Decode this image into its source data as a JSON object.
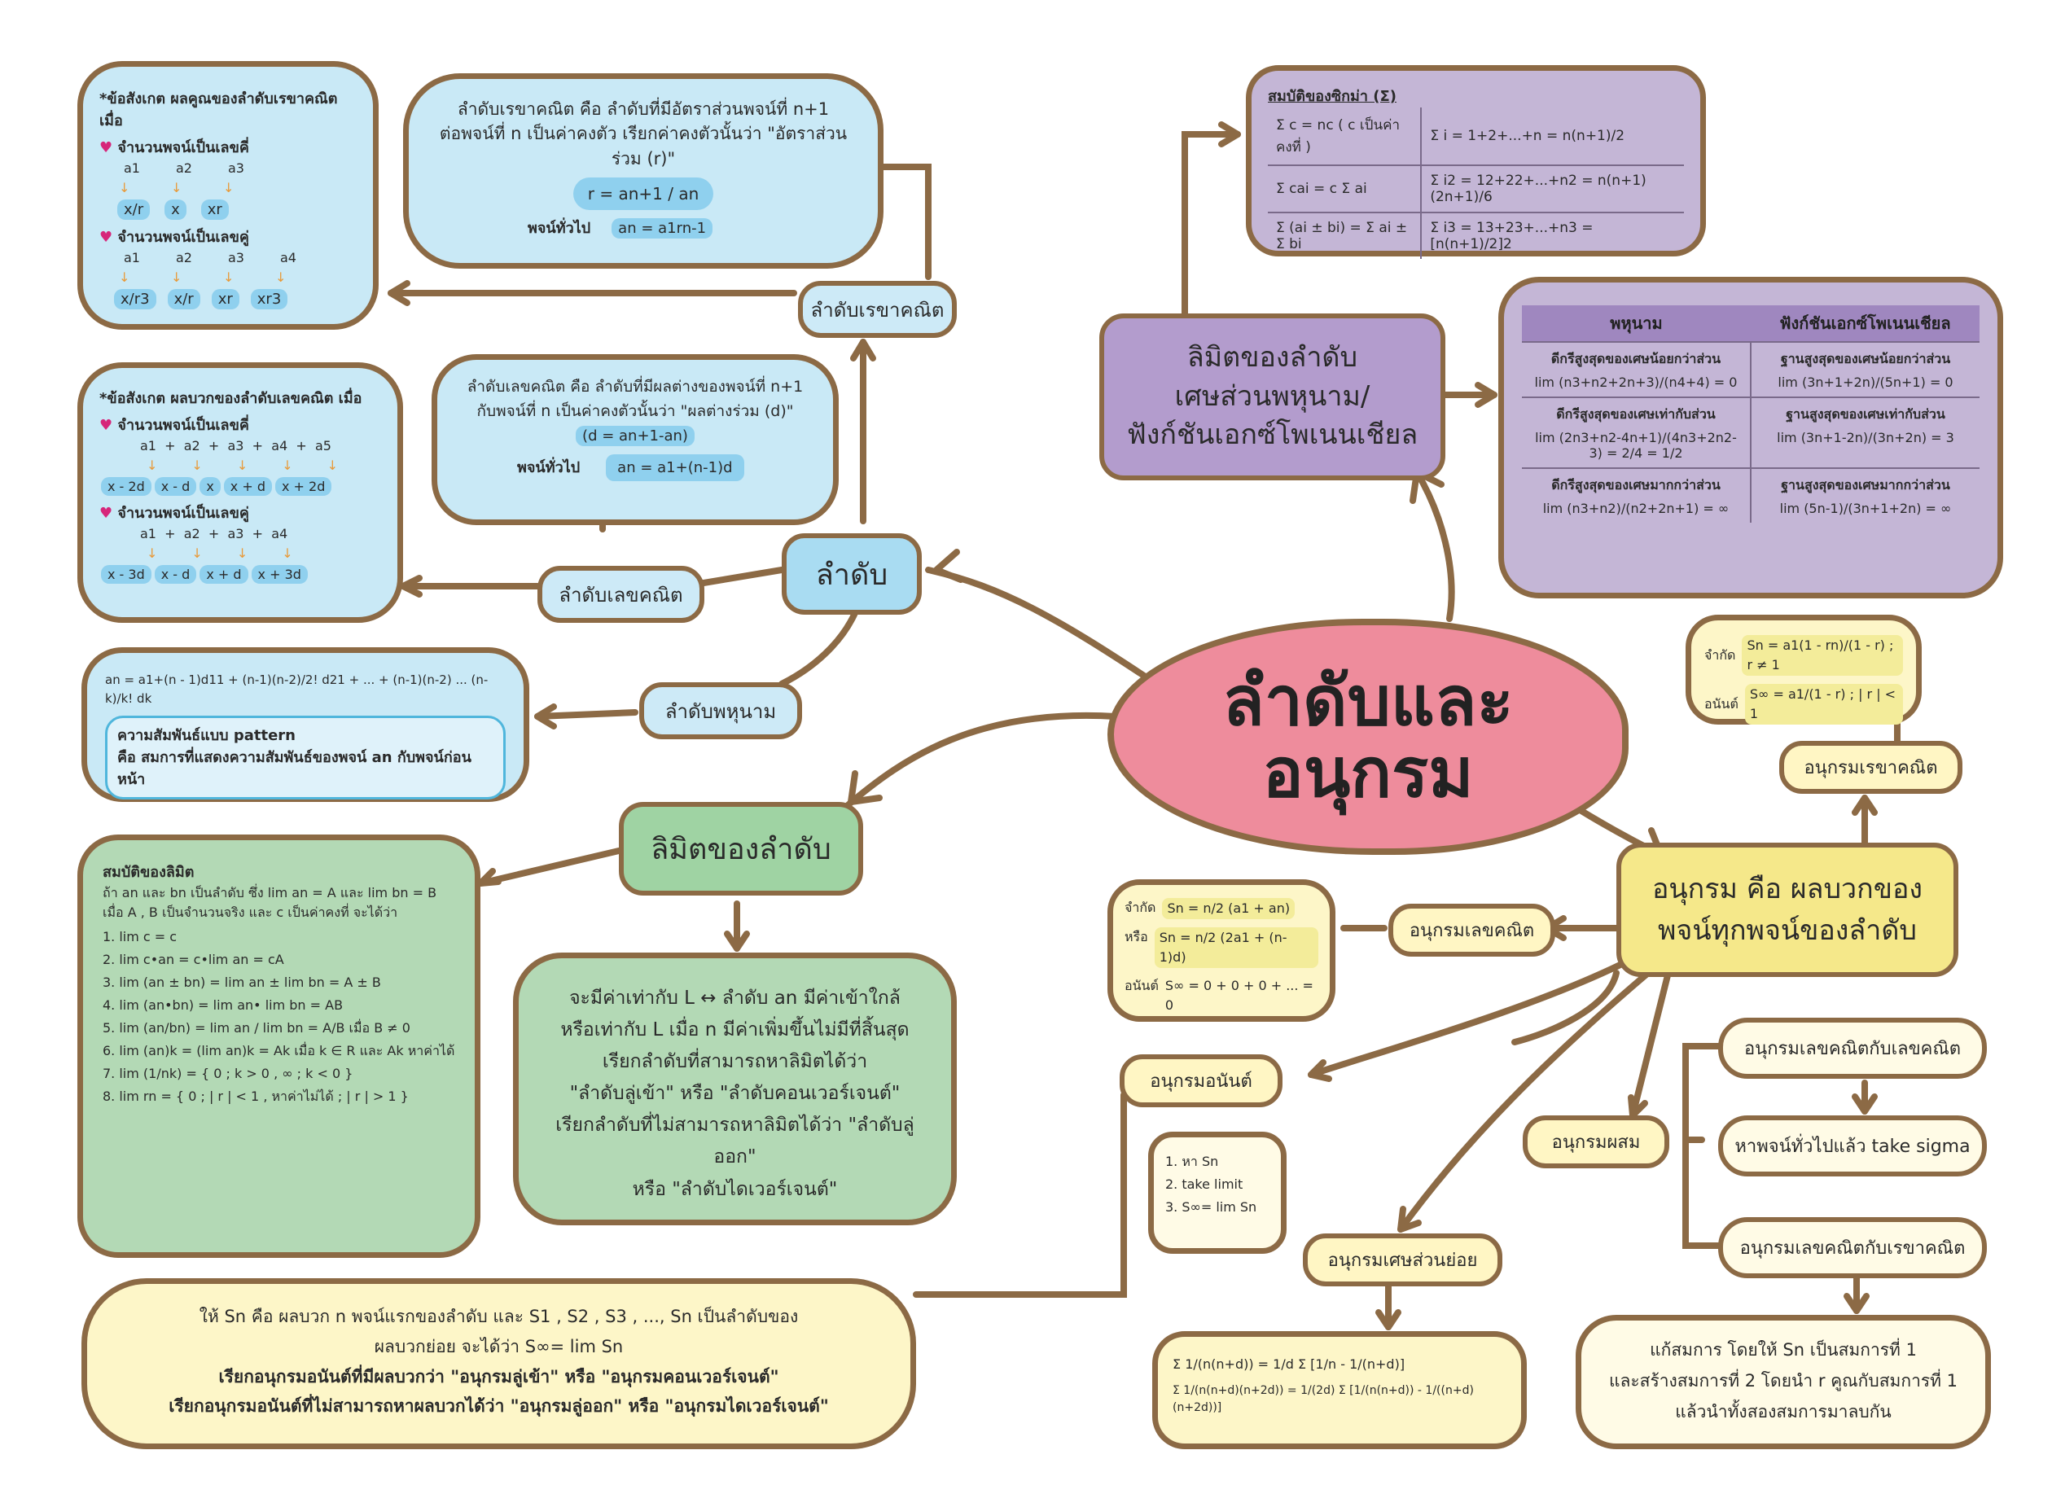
{
  "title": "ลำดับและอนุกรม",
  "colors": {
    "stroke": "#8c6a45",
    "blue": "#c9e9f6",
    "purple": "#c4b6d6",
    "green": "#b3d9b5",
    "yellow": "#fdf6c8",
    "pink": "#ee8c9c"
  },
  "center": {
    "line1": "ลำดับและ",
    "line2": "อนุกรม"
  },
  "sequence": {
    "label": "ลำดับ",
    "arithmetic": {
      "label": "ลำดับเลขคณิต",
      "def1": "ลำดับเลขคณิต คือ ลำดับที่มีผลต่างของพจน์ที่ n+1",
      "def2": "กับพจน์ที่ n เป็นค่าคงตัวนั้นว่า \"ผลต่างร่วม (d)\"",
      "formula_d": "(d = an+1-an)",
      "general_label": "พจน์ทั่วไป",
      "general": "an = a1+(n-1)d",
      "note_title": "*ข้อสังเกต ผลบวกของลำดับเลขคณิต เมื่อ",
      "odd_title": "จำนวนพจน์เป็นเลขคี่",
      "odd_terms": "a1  +  a2  +  a3  +  a4  +  a5",
      "odd_vals": [
        "x - 2d",
        "x - d",
        "x",
        "x + d",
        "x + 2d"
      ],
      "even_title": "จำนวนพจน์เป็นเลขคู่",
      "even_terms": "a1  +  a2  +  a3  +  a4",
      "even_vals": [
        "x - 3d",
        "x - d",
        "x + d",
        "x + 3d"
      ]
    },
    "geometric": {
      "label": "ลำดับเรขาคณิต",
      "def1": "ลำดับเรขาคณิต คือ ลำดับที่มีอัตราส่วนพจน์ที่ n+1",
      "def2": "ต่อพจน์ที่ n เป็นค่าคงตัว เรียกค่าคงตัวนั้นว่า \"อัตราส่วนร่วม (r)\"",
      "formula_r": "r = an+1 / an",
      "general_label": "พจน์ทั่วไป",
      "general": "an = a1rn-1",
      "note_title": "*ข้อสังเกต ผลคูณของลำดับเรขาคณิต เมื่อ",
      "odd_title": "จำนวนพจน์เป็นเลขคี่",
      "odd_terms": [
        "a1",
        "a2",
        "a3"
      ],
      "odd_vals": [
        "x/r",
        "x",
        "xr"
      ],
      "even_title": "จำนวนพจน์เป็นเลขคู่",
      "even_terms": [
        "a1",
        "a2",
        "a3",
        "a4"
      ],
      "even_vals": [
        "x/r3",
        "x/r",
        "xr",
        "xr3"
      ]
    },
    "polynomial": {
      "label": "ลำดับพหุนาม",
      "formula": "an = a1+(n - 1)d11 + (n-1)(n-2)/2! d21 + ... + (n-1)(n-2) ... (n-k)/k! dk",
      "pattern_title": "ความสัมพันธ์แบบ pattern",
      "pattern_text": "คือ สมการที่แสดงความสัมพันธ์ของพจน์ an กับพจน์ก่อนหน้า"
    }
  },
  "limit": {
    "label": "ลิมิตของลำดับ",
    "props_title": "สมบัติของลิมิต",
    "props_intro1": "ถ้า an และ bn เป็นลำดับ ซึ่ง lim an = A และ lim bn = B",
    "props_intro2": "เมื่อ A , B เป็นจำนวนจริง และ c เป็นค่าคงที่ จะได้ว่า",
    "props": [
      "1. lim c = c",
      "2. lim c•an = c•lim an = cA",
      "3. lim (an ± bn) = lim an ± lim bn = A ± B",
      "4. lim (an•bn) = lim an• lim bn = AB",
      "5. lim (an/bn) = lim an / lim bn = A/B เมื่อ B ≠ 0",
      "6. lim (an)k = (lim an)k = Ak เมื่อ k ∈ R และ Ak หาค่าได้",
      "7. lim (1/nk) = { 0 ; k > 0 , ∞ ; k < 0 }",
      "8. lim rn = { 0 ; | r | < 1 , หาค่าไม่ได้ ; | r | > 1 }"
    ],
    "conv1": "จะมีค่าเท่ากับ L ↔ ลำดับ an มีค่าเข้าใกล้",
    "conv2": "หรือเท่ากับ L เมื่อ n มีค่าเพิ่มขึ้นไม่มีที่สิ้นสุด",
    "conv3": "เรียกลำดับที่สามารถหาลิมิตได้ว่า",
    "conv4": "\"ลำดับลู่เข้า\" หรือ \"ลำดับคอนเวอร์เจนต์\"",
    "conv5": "เรียกลำดับที่ไม่สามารถหาลิมิตได้ว่า \"ลำดับลู่ออก\"",
    "conv6": "หรือ \"ลำดับไดเวอร์เจนต์\""
  },
  "limit_rational": {
    "label_line1": "ลิมิตของลำดับ",
    "label_line2": "เศษส่วนพหุนาม/",
    "label_line3": "ฟังก์ชันเอกซ์โพเนนเชียล",
    "col1": "พหุนาม",
    "col2": "ฟังก์ชันเอกซ์โพเนนเชียล",
    "rows": [
      {
        "h1": "ดีกรีสูงสุดของเศษน้อยกว่าส่วน",
        "f1": "lim (n3+n2+2n+3)/(n4+4) = 0",
        "h2": "ฐานสูงสุดของเศษน้อยกว่าส่วน",
        "f2": "lim (3n+1+2n)/(5n+1) = 0"
      },
      {
        "h1": "ดีกรีสูงสุดของเศษเท่ากับส่วน",
        "f1": "lim (2n3+n2-4n+1)/(4n3+2n2-3) = 2/4 = 1/2",
        "h2": "ฐานสูงสุดของเศษเท่ากับส่วน",
        "f2": "lim (3n+1-2n)/(3n+2n) = 3"
      },
      {
        "h1": "ดีกรีสูงสุดของเศษมากกว่าส่วน",
        "f1": "lim (n3+n2)/(n2+2n+1) = ∞",
        "h2": "ฐานสูงสุดของเศษมากกว่าส่วน",
        "f2": "lim (5n-1)/(3n+1+2n) = ∞"
      }
    ]
  },
  "sigma": {
    "title": "สมบัติของซิกม่า (Σ)",
    "rows": [
      [
        "Σ c = nc ( c เป็นค่าคงที่ )",
        "Σ i = 1+2+...+n = n(n+1)/2"
      ],
      [
        "Σ cai = c Σ ai",
        "Σ i2 = 12+22+...+n2 = n(n+1)(2n+1)/6"
      ],
      [
        "Σ (ai ± bi) = Σ ai ± Σ bi",
        "Σ i3 = 13+23+...+n3 = [n(n+1)/2]2"
      ]
    ]
  },
  "series": {
    "label_line1": "อนุกรม คือ ผลบวกของ",
    "label_line2": "พจน์ทุกพจน์ของลำดับ",
    "arith": {
      "label": "อนุกรมเลขคณิต",
      "f1_label": "จำกัด",
      "f1": "Sn = n/2 (a1 + an)",
      "f2_label": "หรือ",
      "f2": "Sn = n/2 (2a1 + (n-1)d)",
      "f3_label": "อนันต์",
      "f3": "S∞ = 0 + 0 + 0 + ... = 0"
    },
    "geo": {
      "label": "อนุกรมเรขาคณิต",
      "f1_label": "จำกัด",
      "f1": "Sn = a1(1 - rn)/(1 - r) ; r ≠ 1",
      "f2_label": "อนันต์",
      "f2": "S∞ = a1/(1 - r) ; | r | < 1"
    },
    "infinite": {
      "label": "อนุกรมอนันต์",
      "steps": [
        "1. หา Sn",
        "2. take limit",
        "3. S∞= lim Sn"
      ],
      "desc1": "ให้ Sn คือ ผลบวก n พจน์แรกของลำดับ และ S1 , S2 , S3 , ..., Sn เป็นลำดับของ",
      "desc2": "ผลบวกย่อย จะได้ว่า S∞= lim Sn",
      "desc3": "เรียกอนุกรมอนันต์ที่มีผลบวกว่า \"อนุกรมลู่เข้า\" หรือ \"อนุกรมคอนเวอร์เจนต์\"",
      "desc4": "เรียกอนุกรมอนันต์ที่ไม่สามารถหาผลบวกได้ว่า \"อนุกรมลู่ออก\" หรือ \"อนุกรมไดเวอร์เจนต์\""
    },
    "partial": {
      "label": "อนุกรมเศษส่วนย่อย",
      "f1": "Σ 1/(n(n+d)) = 1/d Σ [1/n - 1/(n+d)]",
      "f2": "Σ 1/(n(n+d)(n+2d)) = 1/(2d) Σ [1/(n(n+d)) - 1/((n+d)(n+2d))]"
    },
    "mixed": {
      "label": "อนุกรมผสม",
      "aa": "อนุกรมเลขคณิตกับเลขคณิต",
      "aa_step": "หาพจน์ทั่วไปแล้ว take sigma",
      "ag": "อนุกรมเลขคณิตกับเรขาคณิต",
      "ag_1": "แก้สมการ โดยให้ Sn เป็นสมการที่ 1",
      "ag_2": "และสร้างสมการที่ 2 โดยนำ r คูณกับสมการที่ 1",
      "ag_3": "แล้วนำทั้งสองสมการมาลบกัน"
    }
  }
}
